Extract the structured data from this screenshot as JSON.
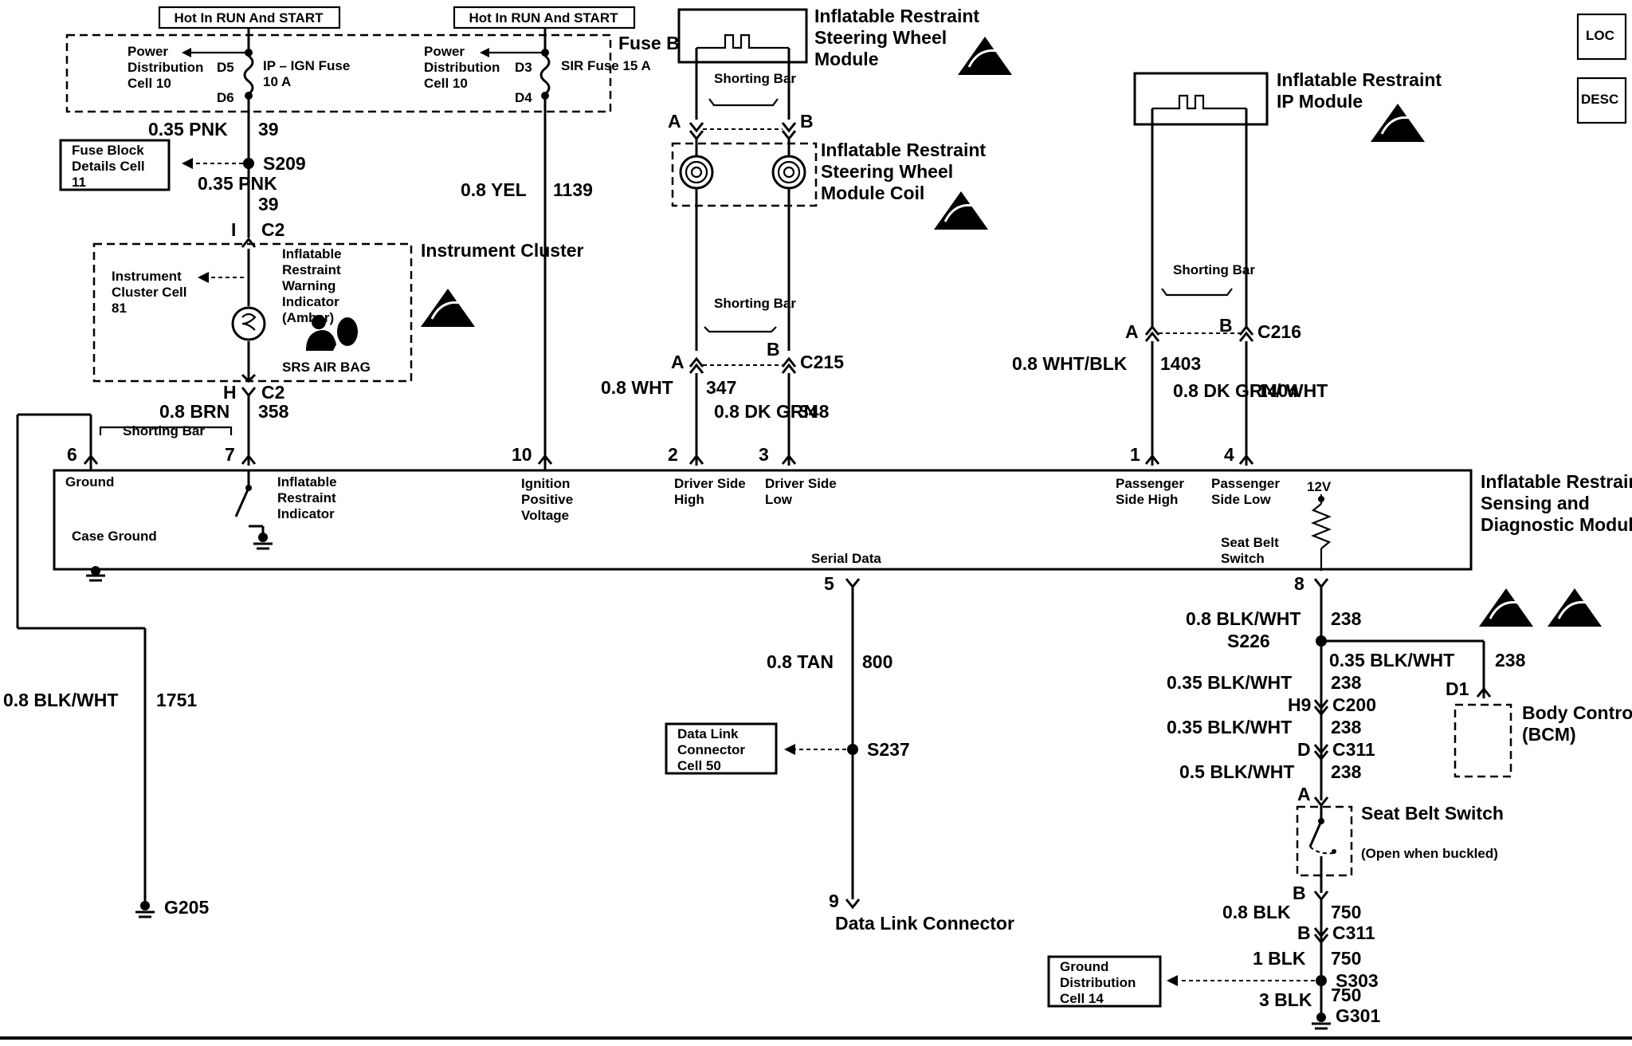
{
  "hot_label_1": "Hot In RUN And START",
  "hot_label_2": "Hot In RUN And START",
  "fuse_block": {
    "title": "Fuse Block",
    "left_ref": "Power Distribution Cell 10",
    "left_fuse": "IP – IGN Fuse 10 A",
    "left_in_pin": "D5",
    "left_out_pin": "D6",
    "right_ref": "Power Distribution Cell 10",
    "right_fuse": "SIR Fuse 15 A",
    "right_in_pin": "D3",
    "right_out_pin": "D4"
  },
  "steering_module": {
    "title": "Inflatable Restraint Steering Wheel Module",
    "shorting_bar": "Shorting Bar",
    "pin_a": "A",
    "pin_b": "B"
  },
  "steering_coil": {
    "title": "Inflatable Restraint Steering Wheel Module Coil"
  },
  "ip_module": {
    "title": "Inflatable Restraint IP Module",
    "shorting_bar": "Shorting Bar"
  },
  "loc_label": "LOC",
  "desc_label": "DESC",
  "wires": {
    "pnk_top_gauge": "0.35 PNK",
    "pnk_top_circuit": "39",
    "pnk_bot_gauge": "0.35 PNK",
    "pnk_bot_circuit": "39",
    "brn_gauge": "0.8 BRN",
    "brn_circuit": "358",
    "yel_gauge": "0.8 YEL",
    "yel_circuit": "1139",
    "wht_gauge": "0.8 WHT",
    "wht_circuit": "347",
    "dkgrn_gauge": "0.8 DK GRN",
    "dkgrn_circuit": "348",
    "whtblk_gauge": "0.8 WHT/BLK",
    "whtblk_circuit": "1403",
    "dkgrnwht_gauge": "0.8 DK GRN/ WHT",
    "dkgrnwht_circuit": "1404",
    "blkwht_ground_gauge": "0.8 BLK/WHT",
    "blkwht_ground_circuit": "1751",
    "tan_gauge": "0.8 TAN",
    "tan_circuit": "800",
    "blkwht_238_a_gauge": "0.8 BLK/WHT",
    "blkwht_238_a_circuit": "238",
    "blkwht_238_b_gauge": "0.35 BLK/WHT",
    "blkwht_238_b_circuit": "238",
    "blkwht_238_c_gauge": "0.35 BLK/WHT",
    "blkwht_238_c_circuit": "238",
    "blkwht_238_d_gauge": "0.35 BLK/WHT",
    "blkwht_238_d_circuit": "238",
    "blkwht_238_e_gauge": "0.5 BLK/WHT",
    "blkwht_238_e_circuit": "238",
    "blk_750_a_gauge": "0.8 BLK",
    "blk_750_a_circuit": "750",
    "blk_750_b_gauge": "1 BLK",
    "blk_750_b_circuit": "750",
    "blk_750_c_gauge": "3 BLK",
    "blk_750_c_circuit": "750"
  },
  "splices": {
    "s209": "S209",
    "s237": "S237",
    "s226": "S226",
    "s303": "S303"
  },
  "connectors": {
    "c2": "C2",
    "c2_pin_top": "I",
    "c2_pin_bot": "H",
    "c215": "C215",
    "c215_a": "A",
    "c215_b": "B",
    "c216": "C216",
    "c216_a": "A",
    "c216_b": "B",
    "c200": "C200",
    "c200_pin": "H9",
    "c311_d": "C311",
    "c311_d_pin": "D",
    "c311_b": "C311",
    "c311_b_pin": "B",
    "seatbelt_a": "A",
    "seatbelt_b": "B",
    "bcm_pin": "D1"
  },
  "grounds": {
    "g205": "G205",
    "g301": "G301"
  },
  "refs": {
    "fuse_block_details": "Fuse Block Details Cell 11",
    "data_link_cell": "Data Link Connector Cell 50",
    "ground_dist_cell": "Ground Distribution Cell 14"
  },
  "instrument_cluster": {
    "title": "Instrument Cluster",
    "ref": "Instrument Cluster Cell 81",
    "indicator": "Inflatable Restraint Warning Indicator (Amber)",
    "srs": "SRS AIR BAG"
  },
  "module_pins": {
    "p6": "6",
    "p7": "7",
    "p10": "10",
    "p2": "2",
    "p3": "3",
    "p1": "1",
    "p4": "4",
    "p8": "8",
    "p5": "5",
    "p9": "9"
  },
  "module": {
    "title": "Inflatable Restraint Sensing and Diagnostic Module",
    "shorting_bar": "Shorting Bar",
    "ground": "Ground",
    "indicator": "Inflatable Restraint Indicator",
    "case_ground": "Case Ground",
    "ignition": "Ignition Positive Voltage",
    "driver_high": "Driver Side High",
    "driver_low": "Driver Side Low",
    "pass_high": "Passenger Side High",
    "pass_low": "Passenger Side Low",
    "v12": "12V",
    "seat_belt_switch": "Seat Belt Switch",
    "serial_data": "Serial Data"
  },
  "data_link_connector": "Data Link Connector",
  "bcm": "Body Control Module (BCM)",
  "seat_belt_switch": {
    "title": "Seat Belt Switch",
    "note": "(Open when buckled)"
  }
}
